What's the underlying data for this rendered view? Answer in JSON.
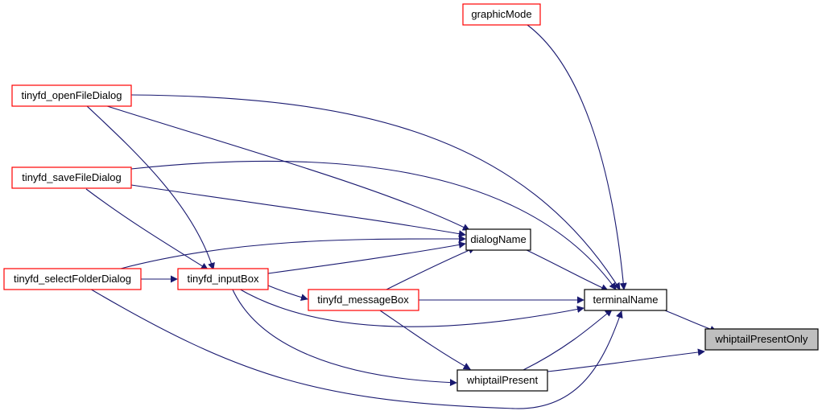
{
  "graph": {
    "edge_color": "#191970",
    "border_red": "#ff0000",
    "border_black": "#000000",
    "focus_fill": "#bfbfbf",
    "nodes": [
      {
        "id": "graphicMode",
        "label": "graphicMode",
        "border": "red"
      },
      {
        "id": "openFileDialog",
        "label": "tinyfd_openFileDialog",
        "border": "red"
      },
      {
        "id": "saveFileDialog",
        "label": "tinyfd_saveFileDialog",
        "border": "red"
      },
      {
        "id": "selectFolderDialog",
        "label": "tinyfd_selectFolderDialog",
        "border": "red"
      },
      {
        "id": "inputBox",
        "label": "tinyfd_inputBox",
        "border": "red"
      },
      {
        "id": "messageBox",
        "label": "tinyfd_messageBox",
        "border": "red"
      },
      {
        "id": "dialogName",
        "label": "dialogName",
        "border": "black"
      },
      {
        "id": "terminalName",
        "label": "terminalName",
        "border": "black"
      },
      {
        "id": "whiptailPresent",
        "label": "whiptailPresent",
        "border": "black"
      },
      {
        "id": "whiptailPresentOnly",
        "label": "whiptailPresentOnly",
        "border": "focus"
      }
    ],
    "edges": [
      {
        "from": "terminalName",
        "to": "whiptailPresentOnly"
      },
      {
        "from": "whiptailPresent",
        "to": "whiptailPresentOnly"
      },
      {
        "from": "graphicMode",
        "to": "terminalName"
      },
      {
        "from": "openFileDialog",
        "to": "terminalName"
      },
      {
        "from": "saveFileDialog",
        "to": "terminalName"
      },
      {
        "from": "dialogName",
        "to": "terminalName"
      },
      {
        "from": "messageBox",
        "to": "terminalName"
      },
      {
        "from": "inputBox",
        "to": "terminalName"
      },
      {
        "from": "whiptailPresent",
        "to": "terminalName"
      },
      {
        "from": "selectFolderDialog",
        "to": "terminalName"
      },
      {
        "from": "openFileDialog",
        "to": "dialogName"
      },
      {
        "from": "saveFileDialog",
        "to": "dialogName"
      },
      {
        "from": "selectFolderDialog",
        "to": "dialogName"
      },
      {
        "from": "inputBox",
        "to": "dialogName"
      },
      {
        "from": "messageBox",
        "to": "dialogName"
      },
      {
        "from": "openFileDialog",
        "to": "inputBox"
      },
      {
        "from": "saveFileDialog",
        "to": "inputBox"
      },
      {
        "from": "selectFolderDialog",
        "to": "inputBox"
      },
      {
        "from": "inputBox",
        "to": "messageBox"
      },
      {
        "from": "messageBox",
        "to": "whiptailPresent"
      },
      {
        "from": "inputBox",
        "to": "whiptailPresent"
      }
    ]
  }
}
